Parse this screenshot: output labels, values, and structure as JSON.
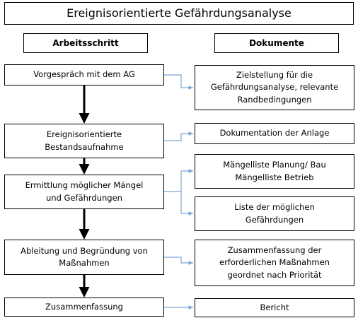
{
  "title": "Ereignisorientierte Gefährdungsanalyse",
  "columns": {
    "left": "Arbeitsschritt",
    "right": "Dokumente"
  },
  "steps": [
    "Vorgespräch mit dem AG",
    "Ereignisorientierte\nBestandsaufnahme",
    "Ermittlung möglicher Mängel\nund Gefährdungen",
    "Ableitung und Begründung  von\nMaßnahmen",
    "Zusammenfassung"
  ],
  "documents": [
    "Zielstellung für die\nGefährdungsanalyse, relevante\nRandbedingungen",
    "Dokumentation der Anlage",
    "Mängelliste Planung/ Bau\nMängelliste Betrieb",
    "Liste der möglichen\nGefährdungen",
    "Zusammenfassung der\nerforderlichen Maßnahmen\ngeordnet nach Priorität",
    "Bericht"
  ],
  "colors": {
    "flow_arrow": "#000000",
    "doc_connector": "#7aa6d6"
  }
}
